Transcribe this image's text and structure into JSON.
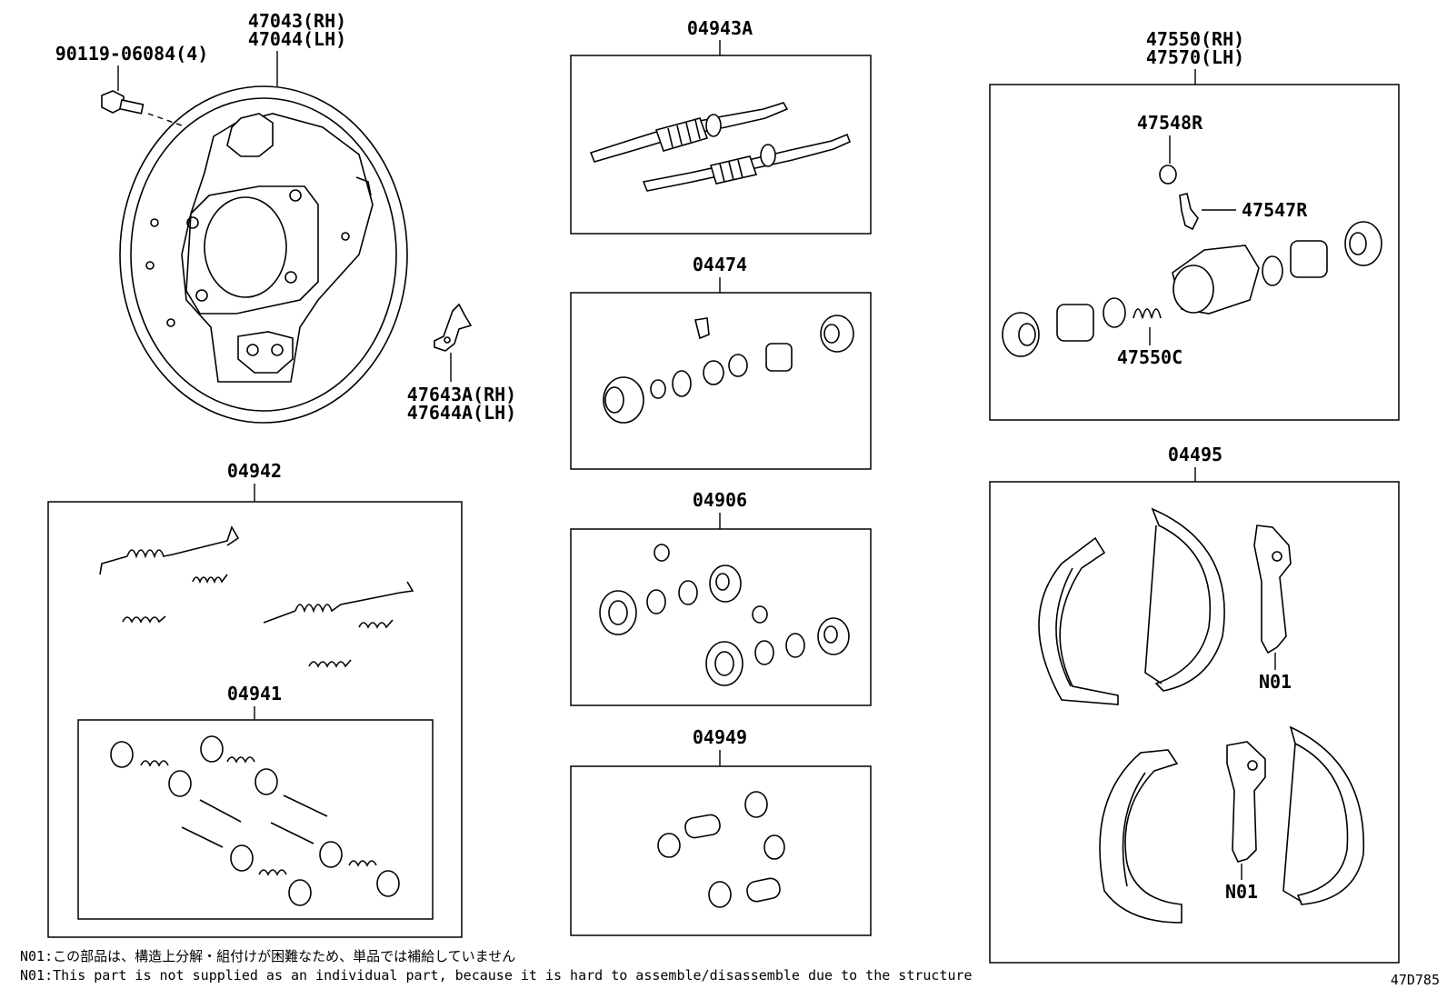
{
  "labels": {
    "backing_plate": [
      "47043(RH)",
      "47044(LH)"
    ],
    "bolt": "90119-06084(4)",
    "adjuster_kit": "04943A",
    "cylinder_kit_04474": "04474",
    "cylinder_kit_04906": "04906",
    "cylinder_kit_04949": "04949",
    "spring_kit": "04942",
    "hold_down_kit": "04941",
    "bracket": [
      "47643A(RH)",
      "47644A(LH)"
    ],
    "wheel_cylinder": [
      "47550(RH)",
      "47570(LH)"
    ],
    "bleeder_cap": "47548R",
    "bleeder_plug": "47547R",
    "cylinder_spring": "47550C",
    "shoe_kit": "04495",
    "n01_top": "N01",
    "n01_bottom": "N01"
  },
  "notes": {
    "jp": "N01:この部品は、構造上分解・組付けが困難なため、単品では補給していません",
    "en": "N01:This part is not supplied as an individual part, because it is hard to assemble/disassemble due to the structure"
  },
  "diagram_code": "47D785"
}
